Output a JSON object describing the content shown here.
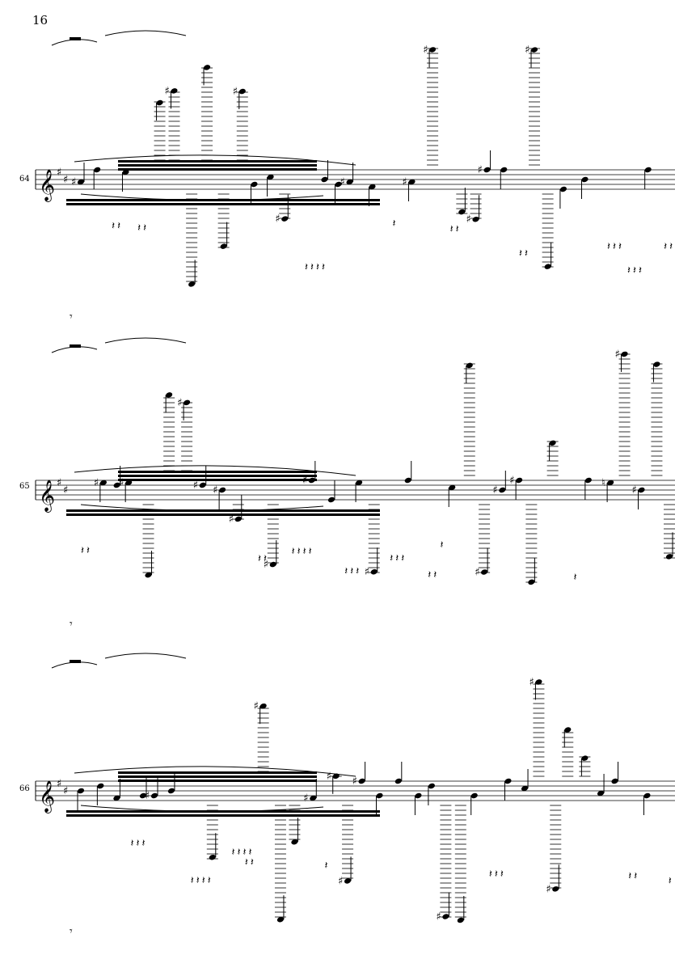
{
  "page": {
    "number": "16"
  },
  "systems": [
    {
      "measure": "64"
    },
    {
      "measure": "65"
    },
    {
      "measure": "66"
    }
  ],
  "colors": {
    "ink": "#000000",
    "paper": "#ffffff"
  },
  "icons": [
    "treble-clef-icon",
    "sharp-icon",
    "natural-icon",
    "quarter-rest-icon",
    "whole-rest-icon",
    "eighth-rest-icon"
  ]
}
